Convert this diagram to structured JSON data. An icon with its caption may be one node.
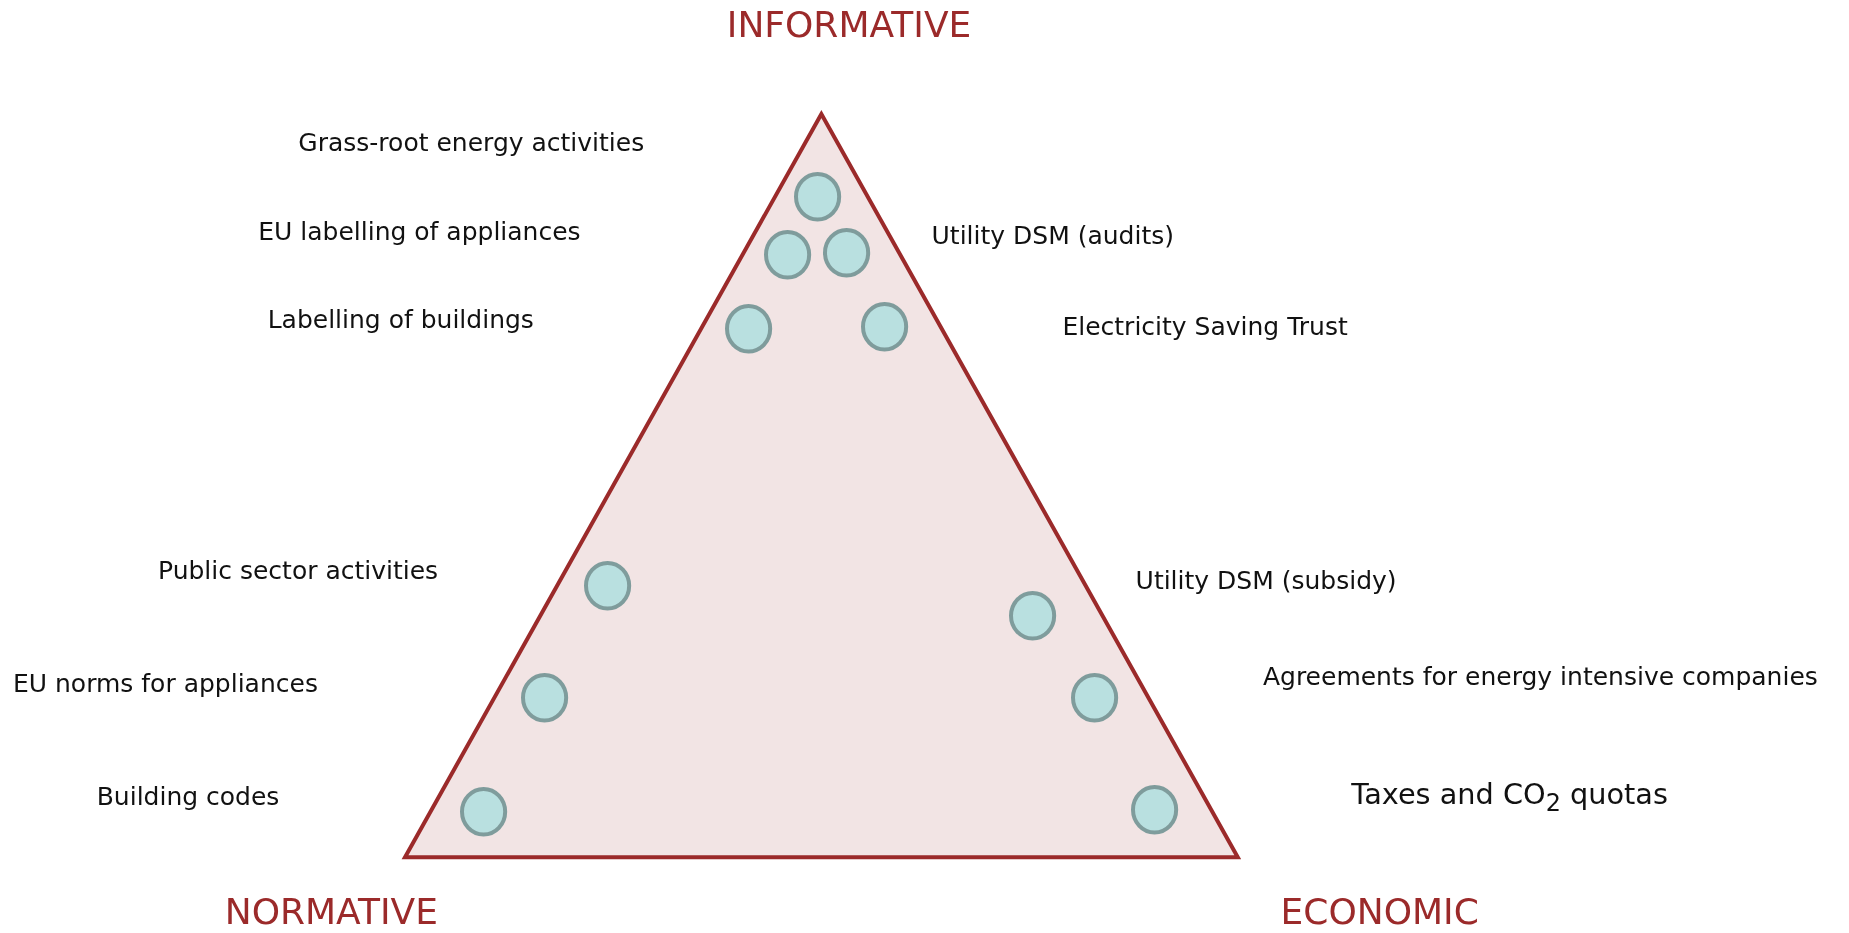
{
  "diagram": {
    "nodes": [
      {
        "text": [],
        "shape": "triangle"
      },
      {
        "text": [],
        "shape": "circle",
        "in": 0
      },
      {
        "text": [],
        "shape": "circle",
        "in": 0
      },
      {
        "text": [],
        "shape": "circle",
        "in": 0
      },
      {
        "text": [],
        "shape": "circle",
        "in": 0
      },
      {
        "text": [],
        "shape": "circle",
        "in": 0
      },
      {
        "text": [],
        "shape": "circle",
        "in": 0
      },
      {
        "text": [],
        "shape": "circle",
        "in": 0
      },
      {
        "text": [],
        "shape": "circle",
        "in": 0
      },
      {
        "text": [],
        "shape": "circle",
        "in": 0
      },
      {
        "text": [],
        "shape": "circle",
        "in": 0
      },
      {
        "text": [],
        "shape": "circle",
        "in": 0
      }
    ],
    "edges": [],
    "labels": [
      "INFORMATIVE",
      "Grass-root energy activities",
      "EU labelling of appliances",
      "Utility DSM (audits)",
      "Labelling of buildings",
      "Electricity Saving Trust",
      "Public sector activities",
      "Utility DSM (subsidy)",
      "EU norms for appliances",
      "Agreements for energy intensive companies",
      "Building codes",
      "Taxes and CO$_{2}$ quotas",
      "NORMATIVE",
      "ECONOMIC"
    ]
  }
}
